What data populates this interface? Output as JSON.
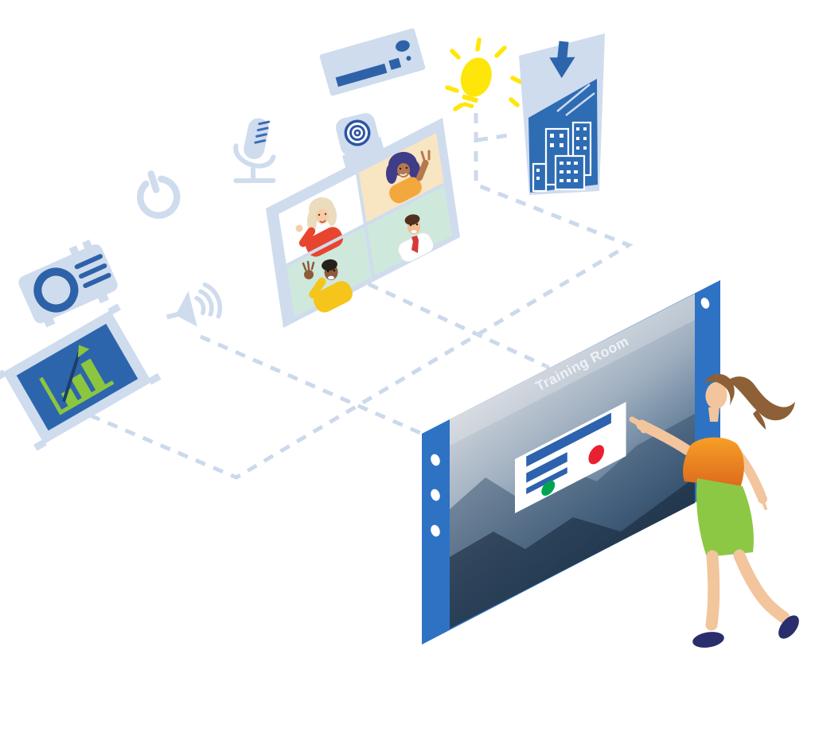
{
  "panel": {
    "room_label": "Training Room",
    "frame_color": "#2e72c4",
    "card": {
      "bar_color": "#2d62ae",
      "red_dot_color": "#e8202f",
      "green_dot_color": "#00a551"
    }
  },
  "icons": [
    {
      "name": "media-player-icon"
    },
    {
      "name": "light-bulb-icon"
    },
    {
      "name": "window-shades-icon"
    },
    {
      "name": "power-icon"
    },
    {
      "name": "microphone-icon"
    },
    {
      "name": "camera-icon"
    },
    {
      "name": "video-conference-icon"
    },
    {
      "name": "projector-icon"
    },
    {
      "name": "projection-screen-icon"
    },
    {
      "name": "speaker-icon"
    },
    {
      "name": "touch-panel"
    },
    {
      "name": "presenter-figure"
    }
  ],
  "colors": {
    "icon_light_blue": "#cfdcee",
    "icon_dark_blue": "#2d62a8",
    "bulb_yellow": "#ffe60a",
    "chart_green": "#8cc63f",
    "dashed_line": "#ccd9ec",
    "skin": "#f3c59c",
    "hair_brown": "#8d6037",
    "top_orange": "#f49b24",
    "skirt_green": "#8dc845",
    "shoe_navy": "#2a2e6c"
  }
}
